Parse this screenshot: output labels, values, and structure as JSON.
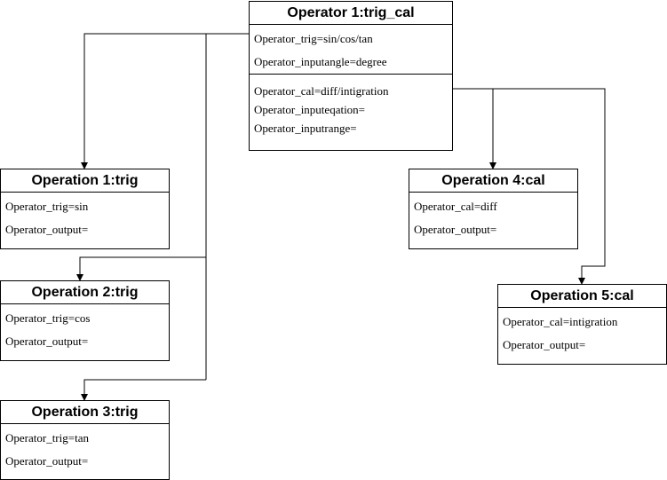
{
  "operator": {
    "title": "Operator 1:trig_cal",
    "trig_attrs": [
      "Operator_trig=sin/cos/tan",
      "Operator_inputangle=degree"
    ],
    "cal_attrs": [
      "Operator_cal=diff/intigration",
      "Operator_inputeqation=",
      "Operator_inputrange="
    ]
  },
  "operations": [
    {
      "title": "Operation 1:trig",
      "attrs": [
        "Operator_trig=sin",
        "Operator_output="
      ]
    },
    {
      "title": "Operation 2:trig",
      "attrs": [
        "Operator_trig=cos",
        "Operator_output="
      ]
    },
    {
      "title": "Operation 3:trig",
      "attrs": [
        "Operator_trig=tan",
        "Operator_output="
      ]
    },
    {
      "title": "Operation 4:cal",
      "attrs": [
        "Operator_cal=diff",
        "Operator_output="
      ]
    },
    {
      "title": "Operation 5:cal",
      "attrs": [
        "Operator_cal=intigration",
        "Operator_output="
      ]
    }
  ]
}
